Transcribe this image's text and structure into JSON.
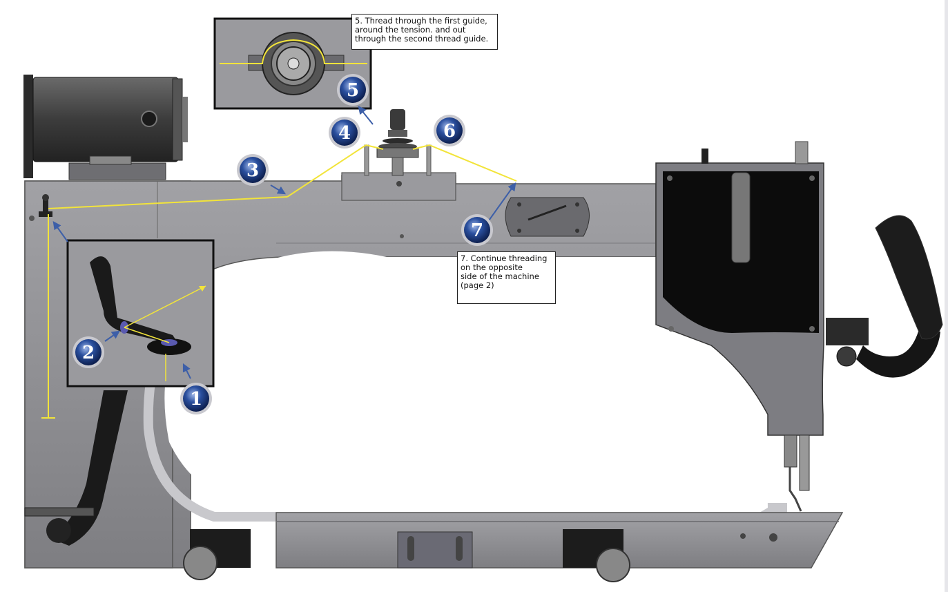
{
  "callouts": {
    "step5": {
      "lines": [
        "5. Thread through the first guide,",
        "around the tension. and out",
        "through the second thread guide."
      ]
    },
    "step7": {
      "lines": [
        "7. Continue threading",
        "on the opposite",
        "side of the machine",
        "(page 2)"
      ]
    }
  },
  "markers": [
    "1",
    "2",
    "3",
    "4",
    "5",
    "6",
    "7"
  ],
  "colors": {
    "thread": "#f2e43a",
    "machine_body": "#8c8c90",
    "marker_fill": "#1f3f86",
    "arrow": "#3d5fa8"
  },
  "icons": [
    "thread-guide-icon",
    "tension-knob-icon",
    "handle-icon",
    "arrow-icon"
  ]
}
